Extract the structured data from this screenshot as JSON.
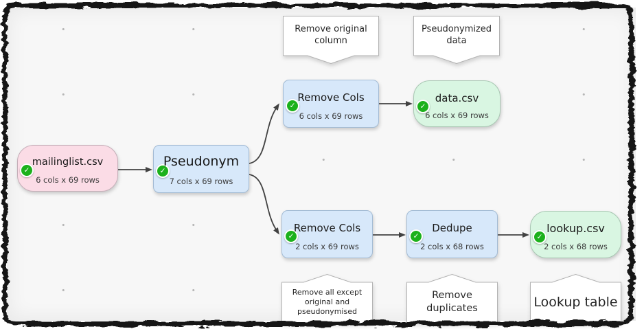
{
  "diagram": {
    "nodes": [
      {
        "title": "mailinglist.csv",
        "subtitle": "6 cols x 69 rows",
        "kind": "input-file",
        "status": "ok"
      },
      {
        "title": "Pseudonym",
        "subtitle": "7 cols x 69 rows",
        "kind": "transform",
        "status": "ok"
      },
      {
        "title": "Remove Cols",
        "subtitle": "6 cols x 69 rows",
        "kind": "transform",
        "status": "ok"
      },
      {
        "title": "data.csv",
        "subtitle": "6 cols x 69 rows",
        "kind": "output-file",
        "status": "ok"
      },
      {
        "title": "Remove Cols",
        "subtitle": "2 cols x 69 rows",
        "kind": "transform",
        "status": "ok"
      },
      {
        "title": "Dedupe",
        "subtitle": "2 cols x 68 rows",
        "kind": "transform",
        "status": "ok"
      },
      {
        "title": "lookup.csv",
        "subtitle": "2 cols x 68 rows",
        "kind": "output-file",
        "status": "ok"
      }
    ],
    "comments": [
      {
        "text": "Remove original column",
        "pointer": "down",
        "target": "Remove Cols (top)"
      },
      {
        "text": "Pseudonymized data",
        "pointer": "down",
        "target": "data.csv"
      },
      {
        "text": "Remove all except original and pseudonymised",
        "pointer": "up",
        "target": "Remove Cols (bottom)"
      },
      {
        "text": "Remove duplicates",
        "pointer": "up",
        "target": "Dedupe"
      },
      {
        "text": "Lookup table",
        "pointer": "up",
        "target": "lookup.csv"
      }
    ],
    "connections": [
      "mailinglist.csv -> Pseudonym",
      "Pseudonym -> Remove Cols (top)",
      "Pseudonym -> Remove Cols (bottom)",
      "Remove Cols (top) -> data.csv",
      "Remove Cols (bottom) -> Dedupe",
      "Dedupe -> lookup.csv"
    ],
    "colors": {
      "input_fill": "#fbdce6",
      "transform_fill": "#d7e8fa",
      "output_fill": "#d9f6e2",
      "status_green": "#1cb11c",
      "edge": "#424242",
      "canvas_bg": "#f7f7f7",
      "callout_border": "#b3b3b3"
    }
  },
  "icons": {
    "check": "✓"
  }
}
